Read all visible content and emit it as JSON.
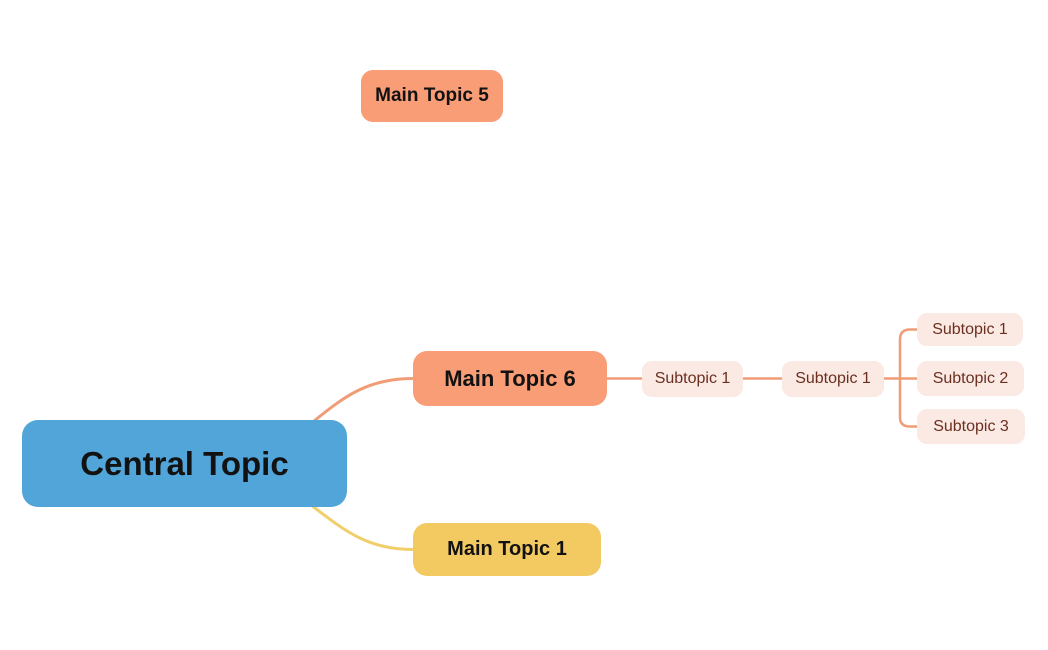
{
  "nodes": {
    "central": {
      "label": "Central Topic"
    },
    "main_topic_5": {
      "label": "Main Topic 5"
    },
    "main_topic_6": {
      "label": "Main Topic 6"
    },
    "main_topic_1": {
      "label": "Main Topic 1"
    },
    "subtopic_level2_1": {
      "label": "Subtopic 1"
    },
    "subtopic_level3_1": {
      "label": "Subtopic 1"
    },
    "subtopic_level4_1": {
      "label": "Subtopic 1"
    },
    "subtopic_level4_2": {
      "label": "Subtopic 2"
    },
    "subtopic_level4_3": {
      "label": "Subtopic 3"
    }
  },
  "colors": {
    "canvas_bg": "#ffffff",
    "central_fill": "#52A5D8",
    "main_topic_fill": "#F99D77",
    "main_topic_1_fill": "#F3CA62",
    "subtopic_fill": "#FBE9E3",
    "subtopic_text": "#6B2F1F",
    "topic_text": "#121212",
    "branch_orange": "#F19C77",
    "branch_yellow": "#F2CE6B"
  }
}
